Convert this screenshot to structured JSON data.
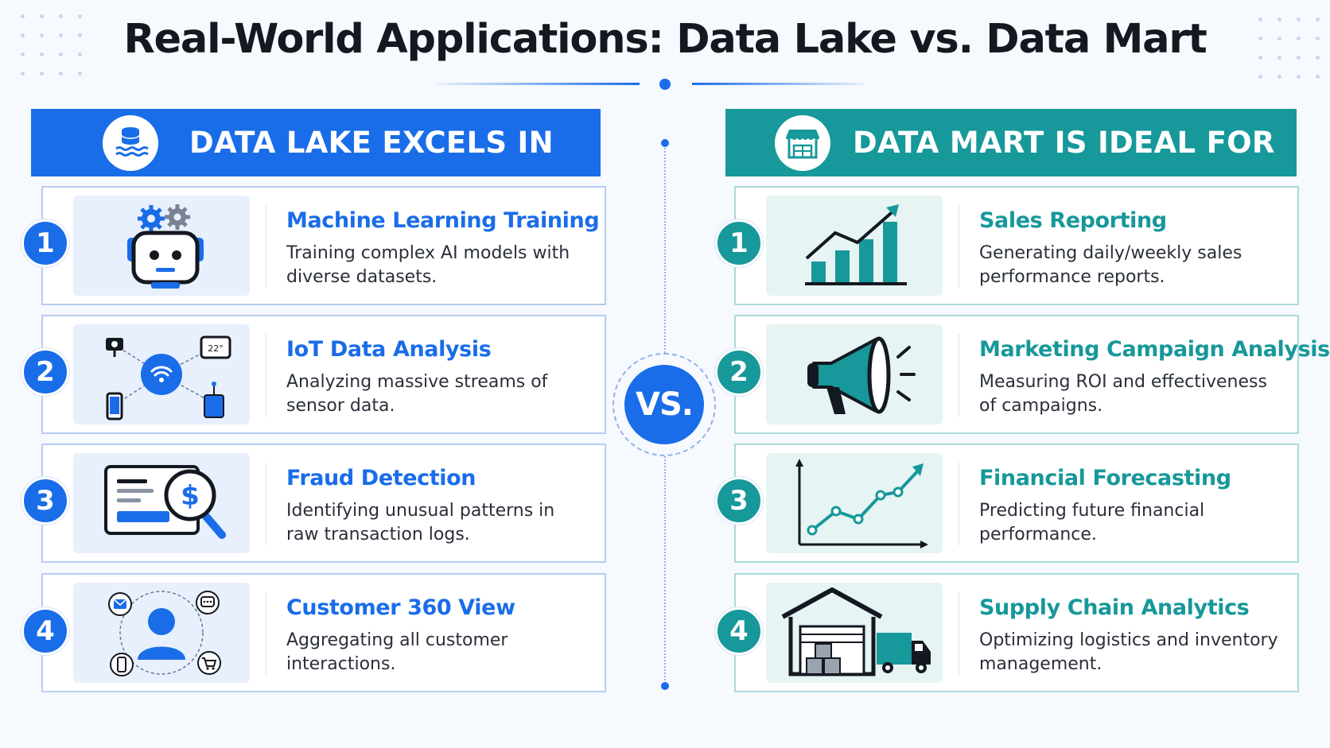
{
  "title": "Real-World Applications: Data Lake vs. Data Mart",
  "colors": {
    "lake": "#1a6de8",
    "mart": "#17989a"
  },
  "vs_label": "VS.",
  "data_lake": {
    "header": "DATA LAKE EXCELS IN",
    "header_icon": "database-waves-icon",
    "items": [
      {
        "number": "1",
        "title": "Machine Learning Training",
        "desc": "Training complex AI models with diverse datasets.",
        "icon": "robot-gears-icon"
      },
      {
        "number": "2",
        "title": "IoT Data Analysis",
        "desc": "Analyzing massive streams of sensor data.",
        "icon": "iot-network-icon"
      },
      {
        "number": "3",
        "title": "Fraud Detection",
        "desc": "Identifying unusual patterns in raw transaction logs.",
        "icon": "fraud-magnifier-icon"
      },
      {
        "number": "4",
        "title": "Customer 360 View",
        "desc": "Aggregating all customer interactions.",
        "icon": "customer-360-icon"
      }
    ]
  },
  "data_mart": {
    "header": "DATA MART IS IDEAL FOR",
    "header_icon": "storefront-icon",
    "items": [
      {
        "number": "1",
        "title": "Sales Reporting",
        "desc": "Generating daily/weekly sales performance reports.",
        "icon": "bar-chart-growth-icon"
      },
      {
        "number": "2",
        "title": "Marketing Campaign Analysis",
        "desc": "Measuring ROI and effectiveness of campaigns.",
        "icon": "megaphone-icon"
      },
      {
        "number": "3",
        "title": "Financial Forecasting",
        "desc": "Predicting future financial performance.",
        "icon": "line-chart-forecast-icon"
      },
      {
        "number": "4",
        "title": "Supply Chain Analytics",
        "desc": "Optimizing logistics and inventory management.",
        "icon": "warehouse-truck-icon"
      }
    ]
  }
}
